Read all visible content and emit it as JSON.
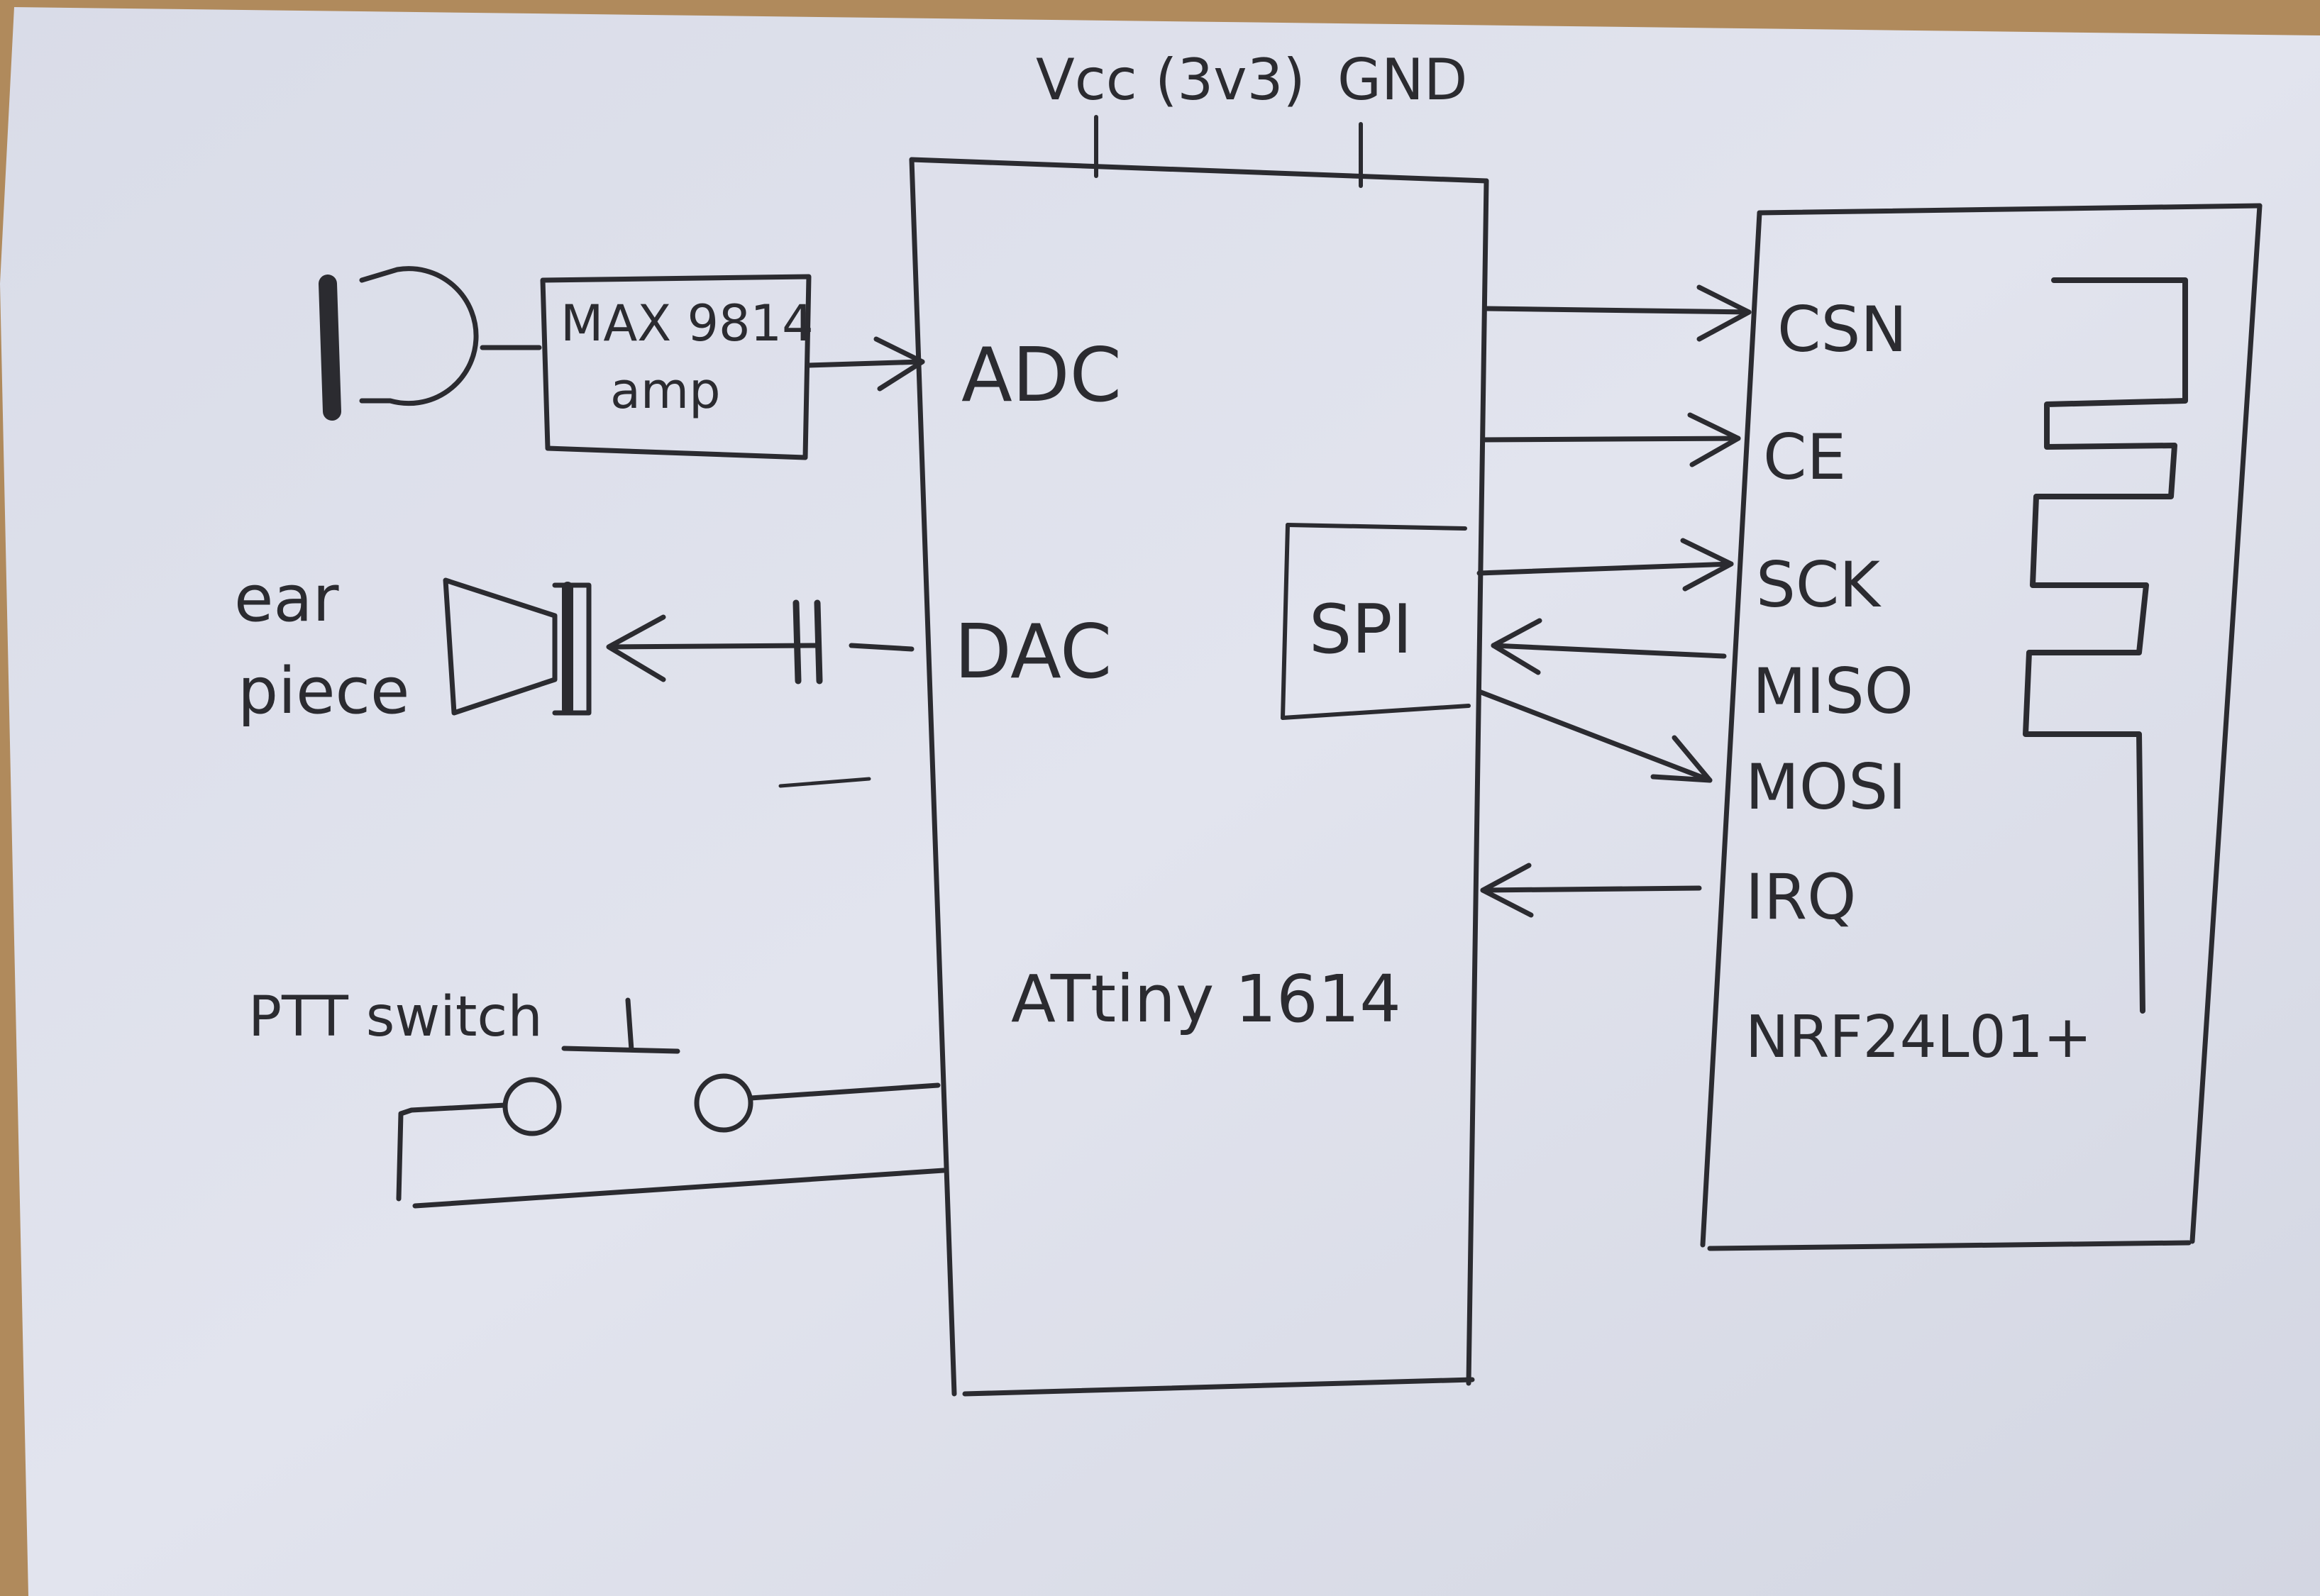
{
  "power": {
    "vcc_label": "Vcc (3v3)",
    "gnd_label": "GND"
  },
  "mcu": {
    "name": "ATtiny 1614",
    "adc_label": "ADC",
    "dac_label": "DAC",
    "spi_label": "SPI"
  },
  "amp": {
    "line1": "MAX 9814",
    "line2": "amp"
  },
  "earpiece": {
    "line1": "ear",
    "line2": "piece"
  },
  "ptt": {
    "label": "PTT switch"
  },
  "radio": {
    "name": "NRF24L01+",
    "pins": [
      "CSN",
      "CE",
      "SCK",
      "MISO",
      "MOSI",
      "IRQ"
    ]
  },
  "colors": {
    "paper": "#dde0ea",
    "pencil": "#2b2b30",
    "wood": "#b08a5c"
  }
}
